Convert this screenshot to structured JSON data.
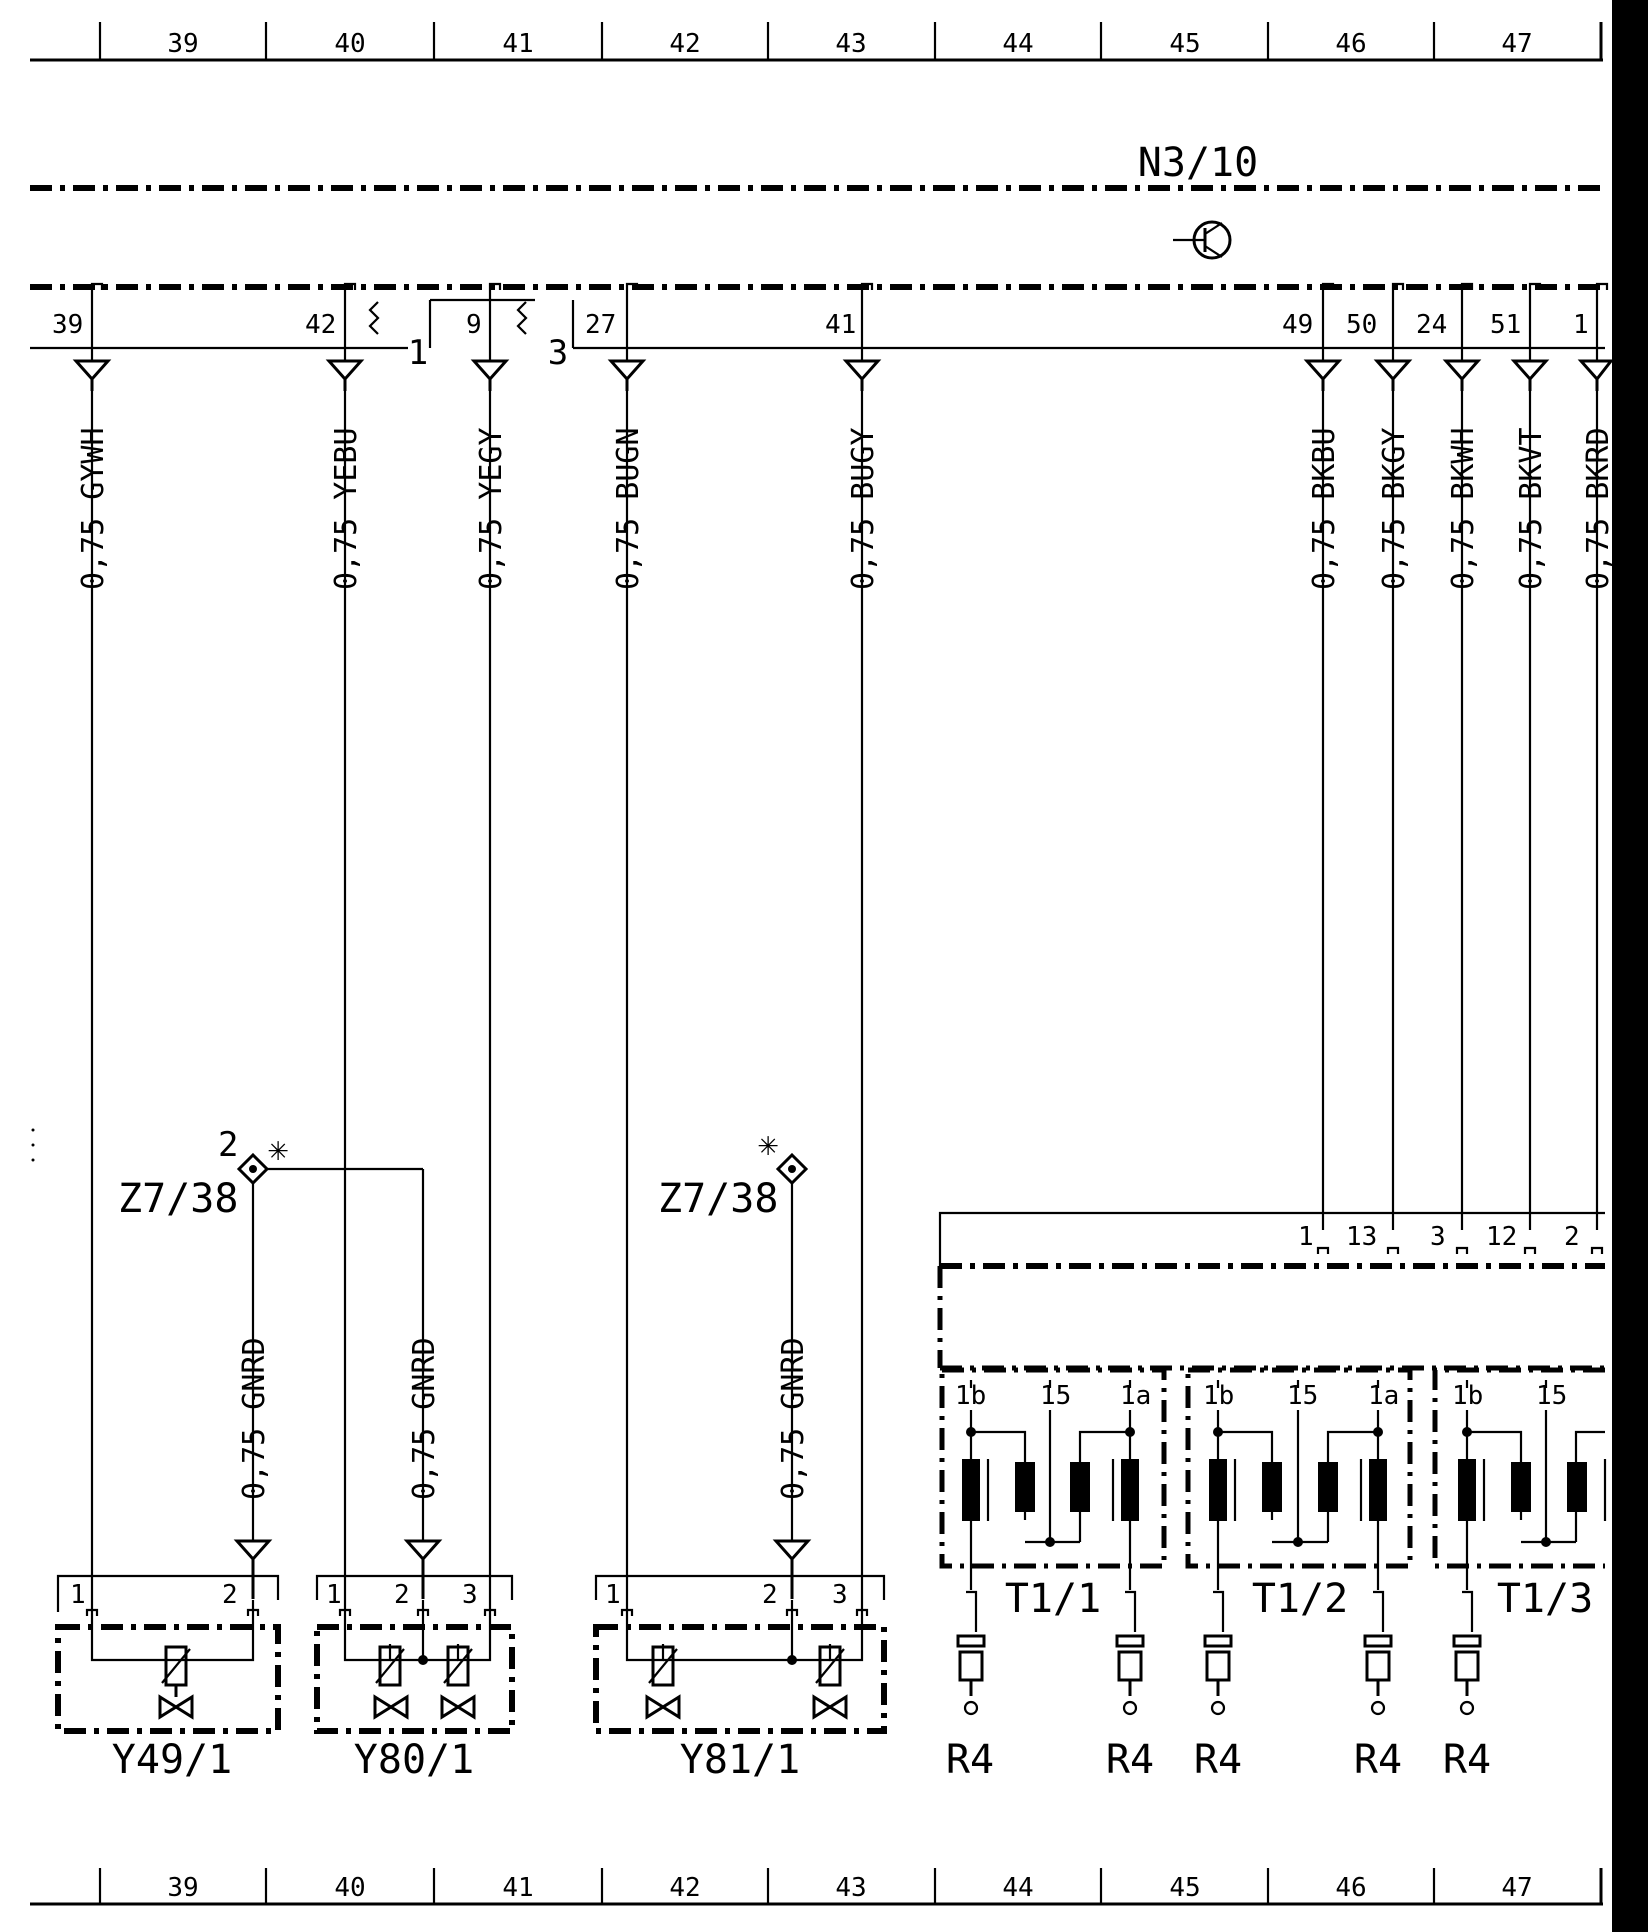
{
  "grid_columns": [
    "39",
    "40",
    "41",
    "42",
    "43",
    "44",
    "45",
    "46",
    "47"
  ],
  "module": {
    "name": "N3/10"
  },
  "connector_labels": {
    "left": "1",
    "right": "3"
  },
  "top_pins": [
    {
      "pin": "39",
      "wire": "0,75 GYWH"
    },
    {
      "pin": "42",
      "wire": "0,75 YEBU"
    },
    {
      "pin": "9",
      "wire": "0,75 YEGY"
    },
    {
      "pin": "27",
      "wire": "0,75 BUGN"
    },
    {
      "pin": "41",
      "wire": "0,75 BUGY"
    },
    {
      "pin": "49",
      "wire": "0,75 BKBU"
    },
    {
      "pin": "50",
      "wire": "0,75 BKGY"
    },
    {
      "pin": "24",
      "wire": "0,75 BKWH"
    },
    {
      "pin": "51",
      "wire": "0,75 BKVT"
    },
    {
      "pin": "1",
      "wire": "0,75 BKRD"
    }
  ],
  "ground_points": [
    {
      "name": "Z7/38",
      "pin": "2",
      "wire": "0,75 GNRD"
    },
    {
      "name": "Z7/38",
      "pin": "",
      "wire": "0,75 GNRD"
    }
  ],
  "y80_ground_wire": "0,75 GNRD",
  "valves": [
    {
      "name": "Y49/1",
      "pins": [
        "1",
        "2"
      ]
    },
    {
      "name": "Y80/1",
      "pins": [
        "1",
        "2",
        "3"
      ]
    },
    {
      "name": "Y81/1",
      "pins": [
        "1",
        "2",
        "3"
      ]
    }
  ],
  "coil_connector_pins": [
    "1",
    "13",
    "3",
    "12",
    "2"
  ],
  "coils": [
    {
      "name": "T1/1",
      "terms": [
        "1b",
        "15",
        "1a"
      ]
    },
    {
      "name": "T1/2",
      "terms": [
        "1b",
        "15",
        "1a"
      ]
    },
    {
      "name": "T1/3",
      "terms": [
        "1b",
        "15"
      ]
    }
  ],
  "spark_plug_label": "R4",
  "colors": {
    "ink": "#000000",
    "paper": "#ffffff"
  }
}
